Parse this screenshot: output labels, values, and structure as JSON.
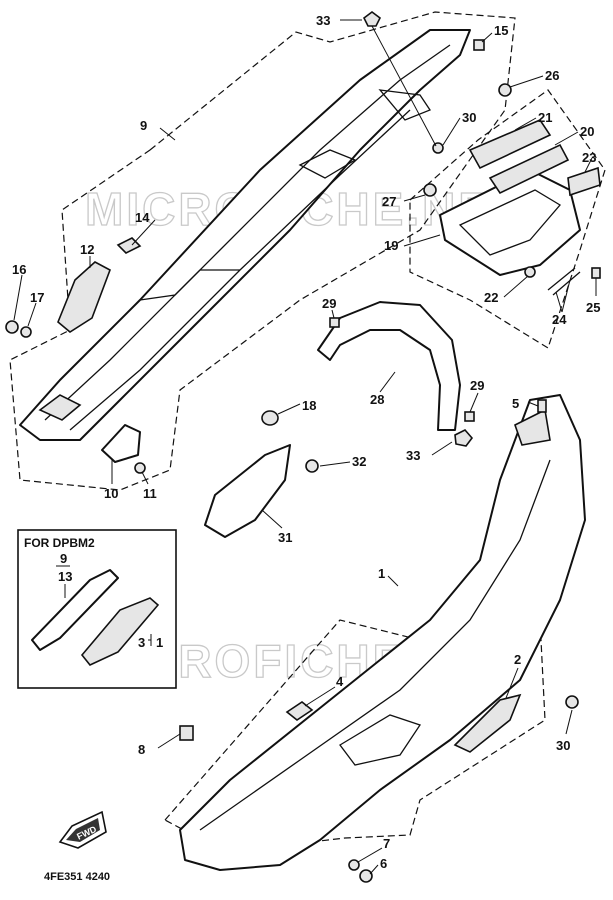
{
  "watermark": "MICROFICHE.NET",
  "inset": {
    "title": "FOR DPBM2",
    "refs": [
      "9",
      "13",
      "3",
      "1"
    ]
  },
  "fwd_label": "FWD",
  "diagram_code": "4FE351 4240",
  "callouts": {
    "c1": "1",
    "c2": "2",
    "c3": "3",
    "c4": "4",
    "c5": "5",
    "c6": "6",
    "c7": "7",
    "c8": "8",
    "c9": "9",
    "c10": "10",
    "c11": "11",
    "c12": "12",
    "c14": "14",
    "c15": "15",
    "c16": "16",
    "c17": "17",
    "c18": "18",
    "c19": "19",
    "c20": "20",
    "c21": "21",
    "c22": "22",
    "c23": "23",
    "c24": "24",
    "c25": "25",
    "c26": "26",
    "c27": "27",
    "c28": "28",
    "c29a": "29",
    "c29b": "29",
    "c30a": "30",
    "c30b": "30",
    "c31": "31",
    "c32": "32",
    "c33a": "33",
    "c33b": "33"
  }
}
